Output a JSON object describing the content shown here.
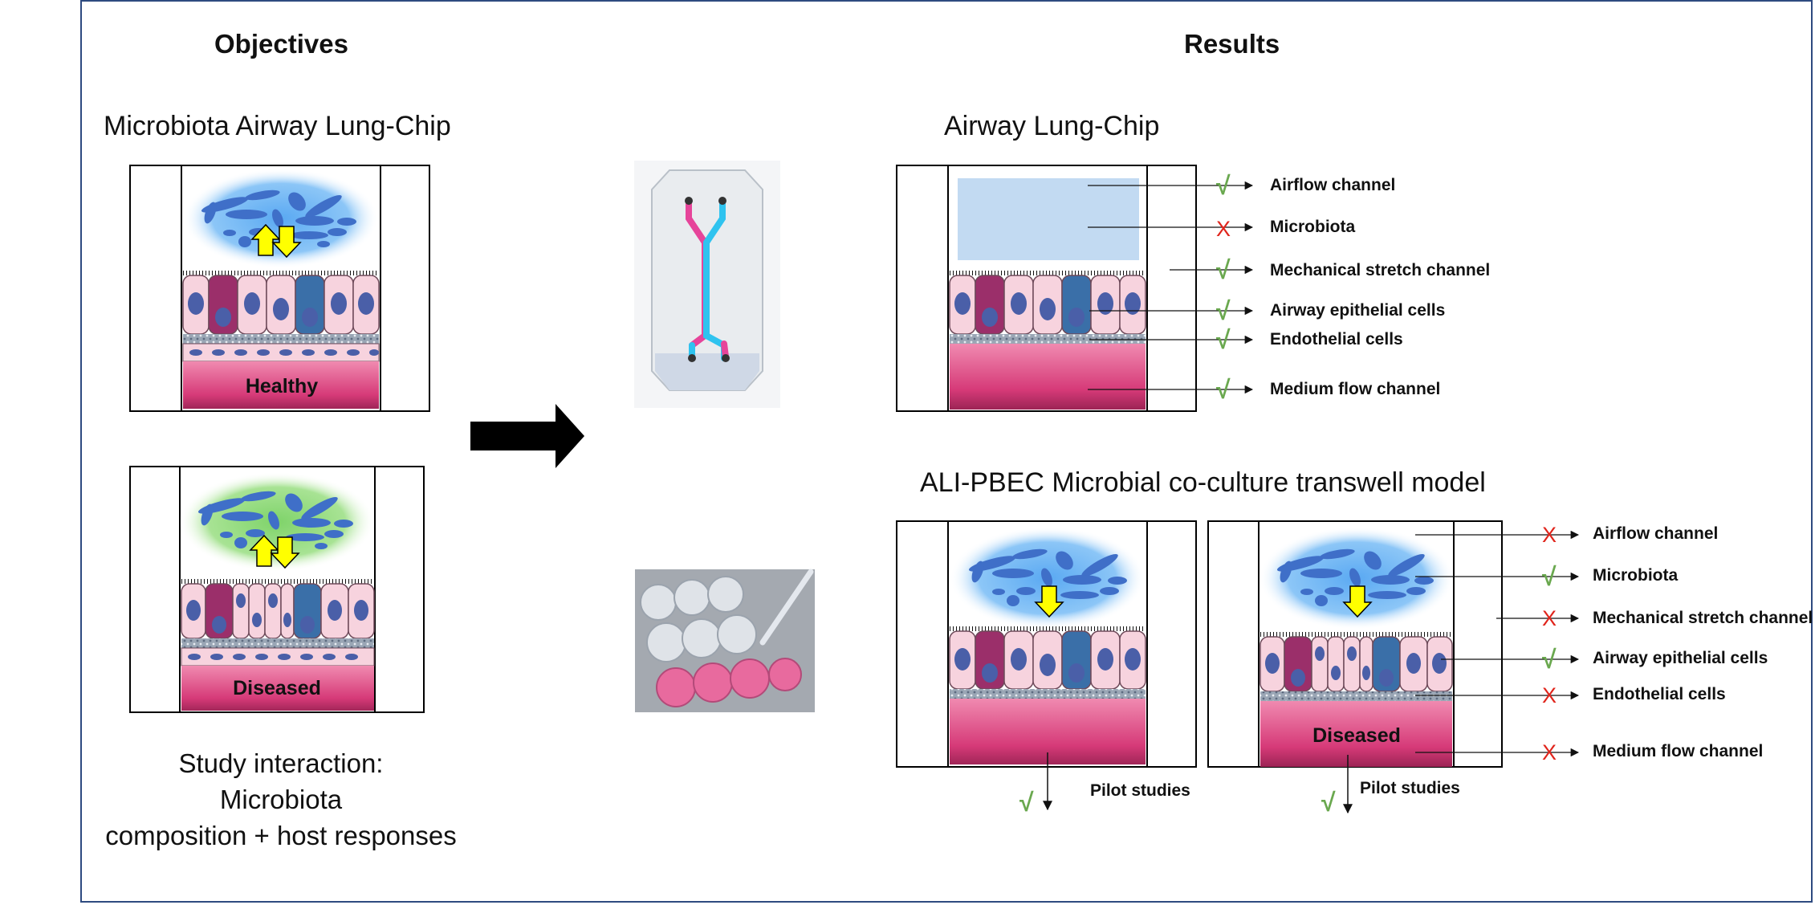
{
  "headings": {
    "objectives": "Objectives",
    "results": "Results"
  },
  "left": {
    "title": "Microbiota Airway Lung-Chip",
    "healthy_label": "Healthy",
    "diseased_label": "Diseased",
    "study_lines": [
      "Study interaction:",
      "Microbiota",
      "composition + host responses"
    ]
  },
  "right": {
    "chip_title": "Airway Lung-Chip",
    "chip_features": [
      {
        "label": "Airflow channel",
        "status": "check"
      },
      {
        "label": "Microbiota",
        "status": "cross"
      },
      {
        "label": "Mechanical stretch channel",
        "status": "check"
      },
      {
        "label": "Airway epithelial cells",
        "status": "check"
      },
      {
        "label": "Endothelial cells",
        "status": "check"
      },
      {
        "label": "Medium flow channel",
        "status": "check"
      }
    ],
    "transwell_title": "ALI-PBEC Microbial co-culture transwell model",
    "transwell_features": [
      {
        "label": "Airflow channel",
        "status": "cross"
      },
      {
        "label": "Microbiota",
        "status": "check"
      },
      {
        "label": "Mechanical stretch channel",
        "status": "cross"
      },
      {
        "label": "Airway epithelial cells",
        "status": "check"
      },
      {
        "label": "Endothelial cells",
        "status": "cross"
      },
      {
        "label": "Medium flow channel",
        "status": "cross"
      }
    ],
    "transwell_diseased_label": "Diseased",
    "pilot_1": "Pilot studies",
    "pilot_2": "Pilot studies",
    "check_symbol": "√",
    "cross_symbol": "X"
  },
  "colors": {
    "frame": "#2e4a80",
    "check": "#6aa84f",
    "cross": "#e0241b",
    "medium": "#d63a78",
    "microbe": "#3f6fc8",
    "cell_pink": "#f7d3de",
    "nucleus": "#4a5fa8",
    "arrow_yellow": "#ffff00"
  }
}
